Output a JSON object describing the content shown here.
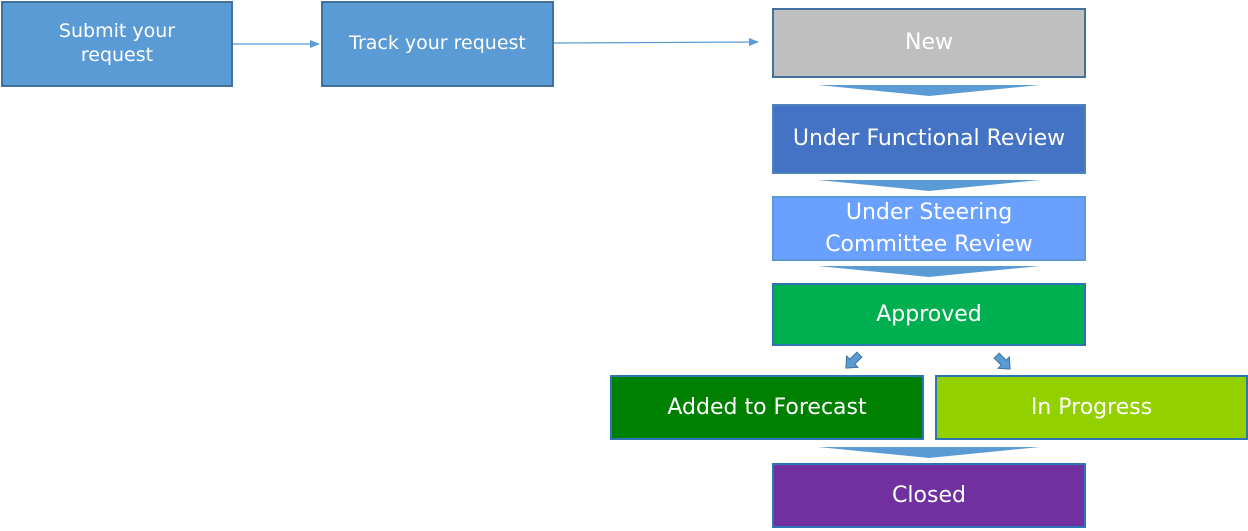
{
  "steps": {
    "submit": "Submit your request",
    "track": "Track your request"
  },
  "statuses": {
    "new": "New",
    "functional_review": "Under Functional Review",
    "steering_review": "Under Steering Committee Review",
    "approved": "Approved",
    "added_to_forecast": "Added to Forecast",
    "in_progress": "In Progress",
    "closed": "Closed"
  },
  "colors": {
    "step_box": "#5b9bd5",
    "new": "#bfbfbf",
    "functional_review": "#4472c4",
    "steering_review": "#6aa0ff",
    "approved": "#00b050",
    "added_to_forecast": "#008000",
    "in_progress": "#92d000",
    "closed": "#7030a0",
    "connector": "#5b9bd5"
  }
}
